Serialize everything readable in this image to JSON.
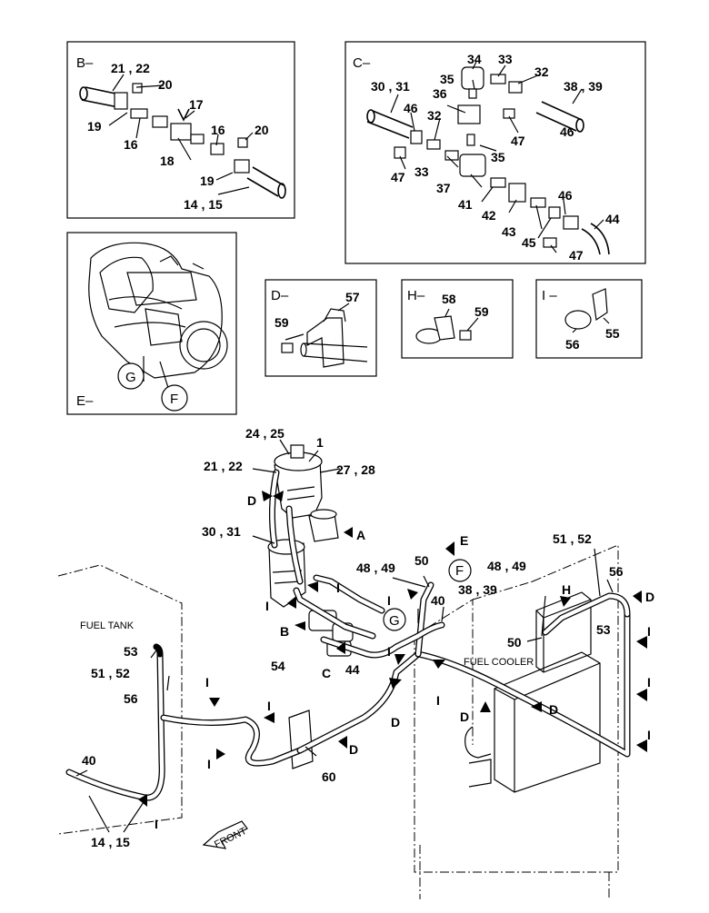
{
  "panels": {
    "B": {
      "header": "B–",
      "labels": [
        "21 , 22",
        "20",
        "17",
        "19",
        "16",
        "16",
        "20",
        "18",
        "19",
        "14 , 15"
      ]
    },
    "C": {
      "header": "C–",
      "labels": [
        "34",
        "33",
        "32",
        "30 , 31",
        "35",
        "38 , 39",
        "36",
        "46",
        "32",
        "47",
        "46",
        "35",
        "47",
        "33",
        "37",
        "41",
        "46",
        "42",
        "44",
        "43",
        "45",
        "47"
      ]
    },
    "D": {
      "header": "D–",
      "labels": [
        "57",
        "59"
      ]
    },
    "H": {
      "header": "H–",
      "labels": [
        "58",
        "59"
      ]
    },
    "I": {
      "header": "I –",
      "labels": [
        "56",
        "55"
      ]
    },
    "E": {
      "header": "E–",
      "labels": [
        "G",
        "F"
      ]
    }
  },
  "main": {
    "labels": {
      "l_24_25": "24 , 25",
      "l_1": "1",
      "l_21_22": "21 , 22",
      "l_27_28": "27 , 28",
      "l_D_1": "D",
      "l_A": "A",
      "l_30_31": "30 , 31",
      "l_E": "E",
      "l_48_49_a": "48 , 49",
      "l_50_a": "50",
      "l_F": "F",
      "l_51_52_a": "51 , 52",
      "l_48_49_b": "48 , 49",
      "l_I_1": "I",
      "l_I_2": "I",
      "l_H": "H",
      "l_56_a": "56",
      "l_D_2": "D",
      "l_G": "G",
      "l_40_a": "40",
      "l_38_39": "38 , 39",
      "l_I_3": "I",
      "l_53_a": "53",
      "l_50_b": "50",
      "l_B": "B",
      "l_54": "54",
      "l_C": "C",
      "l_44": "44",
      "l_I_4": "I",
      "l_fuel_cooler": "FUEL COOLER",
      "l_I_5": "I",
      "l_fuel_tank": "FUEL TANK",
      "l_53_b": "53",
      "l_51_52_b": "51 , 52",
      "l_56_b": "56",
      "l_I_6": "I",
      "l_I_7": "I",
      "l_I_8": "I",
      "l_I_9": "I",
      "l_D_3": "D",
      "l_D_4": "D",
      "l_D_5": "D",
      "l_D_6": "D",
      "l_I_10": "I",
      "l_I_11": "I",
      "l_60": "60",
      "l_40_b": "40",
      "l_I_12": "I",
      "l_14_15": "14 , 15",
      "l_front": "FRONT"
    }
  }
}
